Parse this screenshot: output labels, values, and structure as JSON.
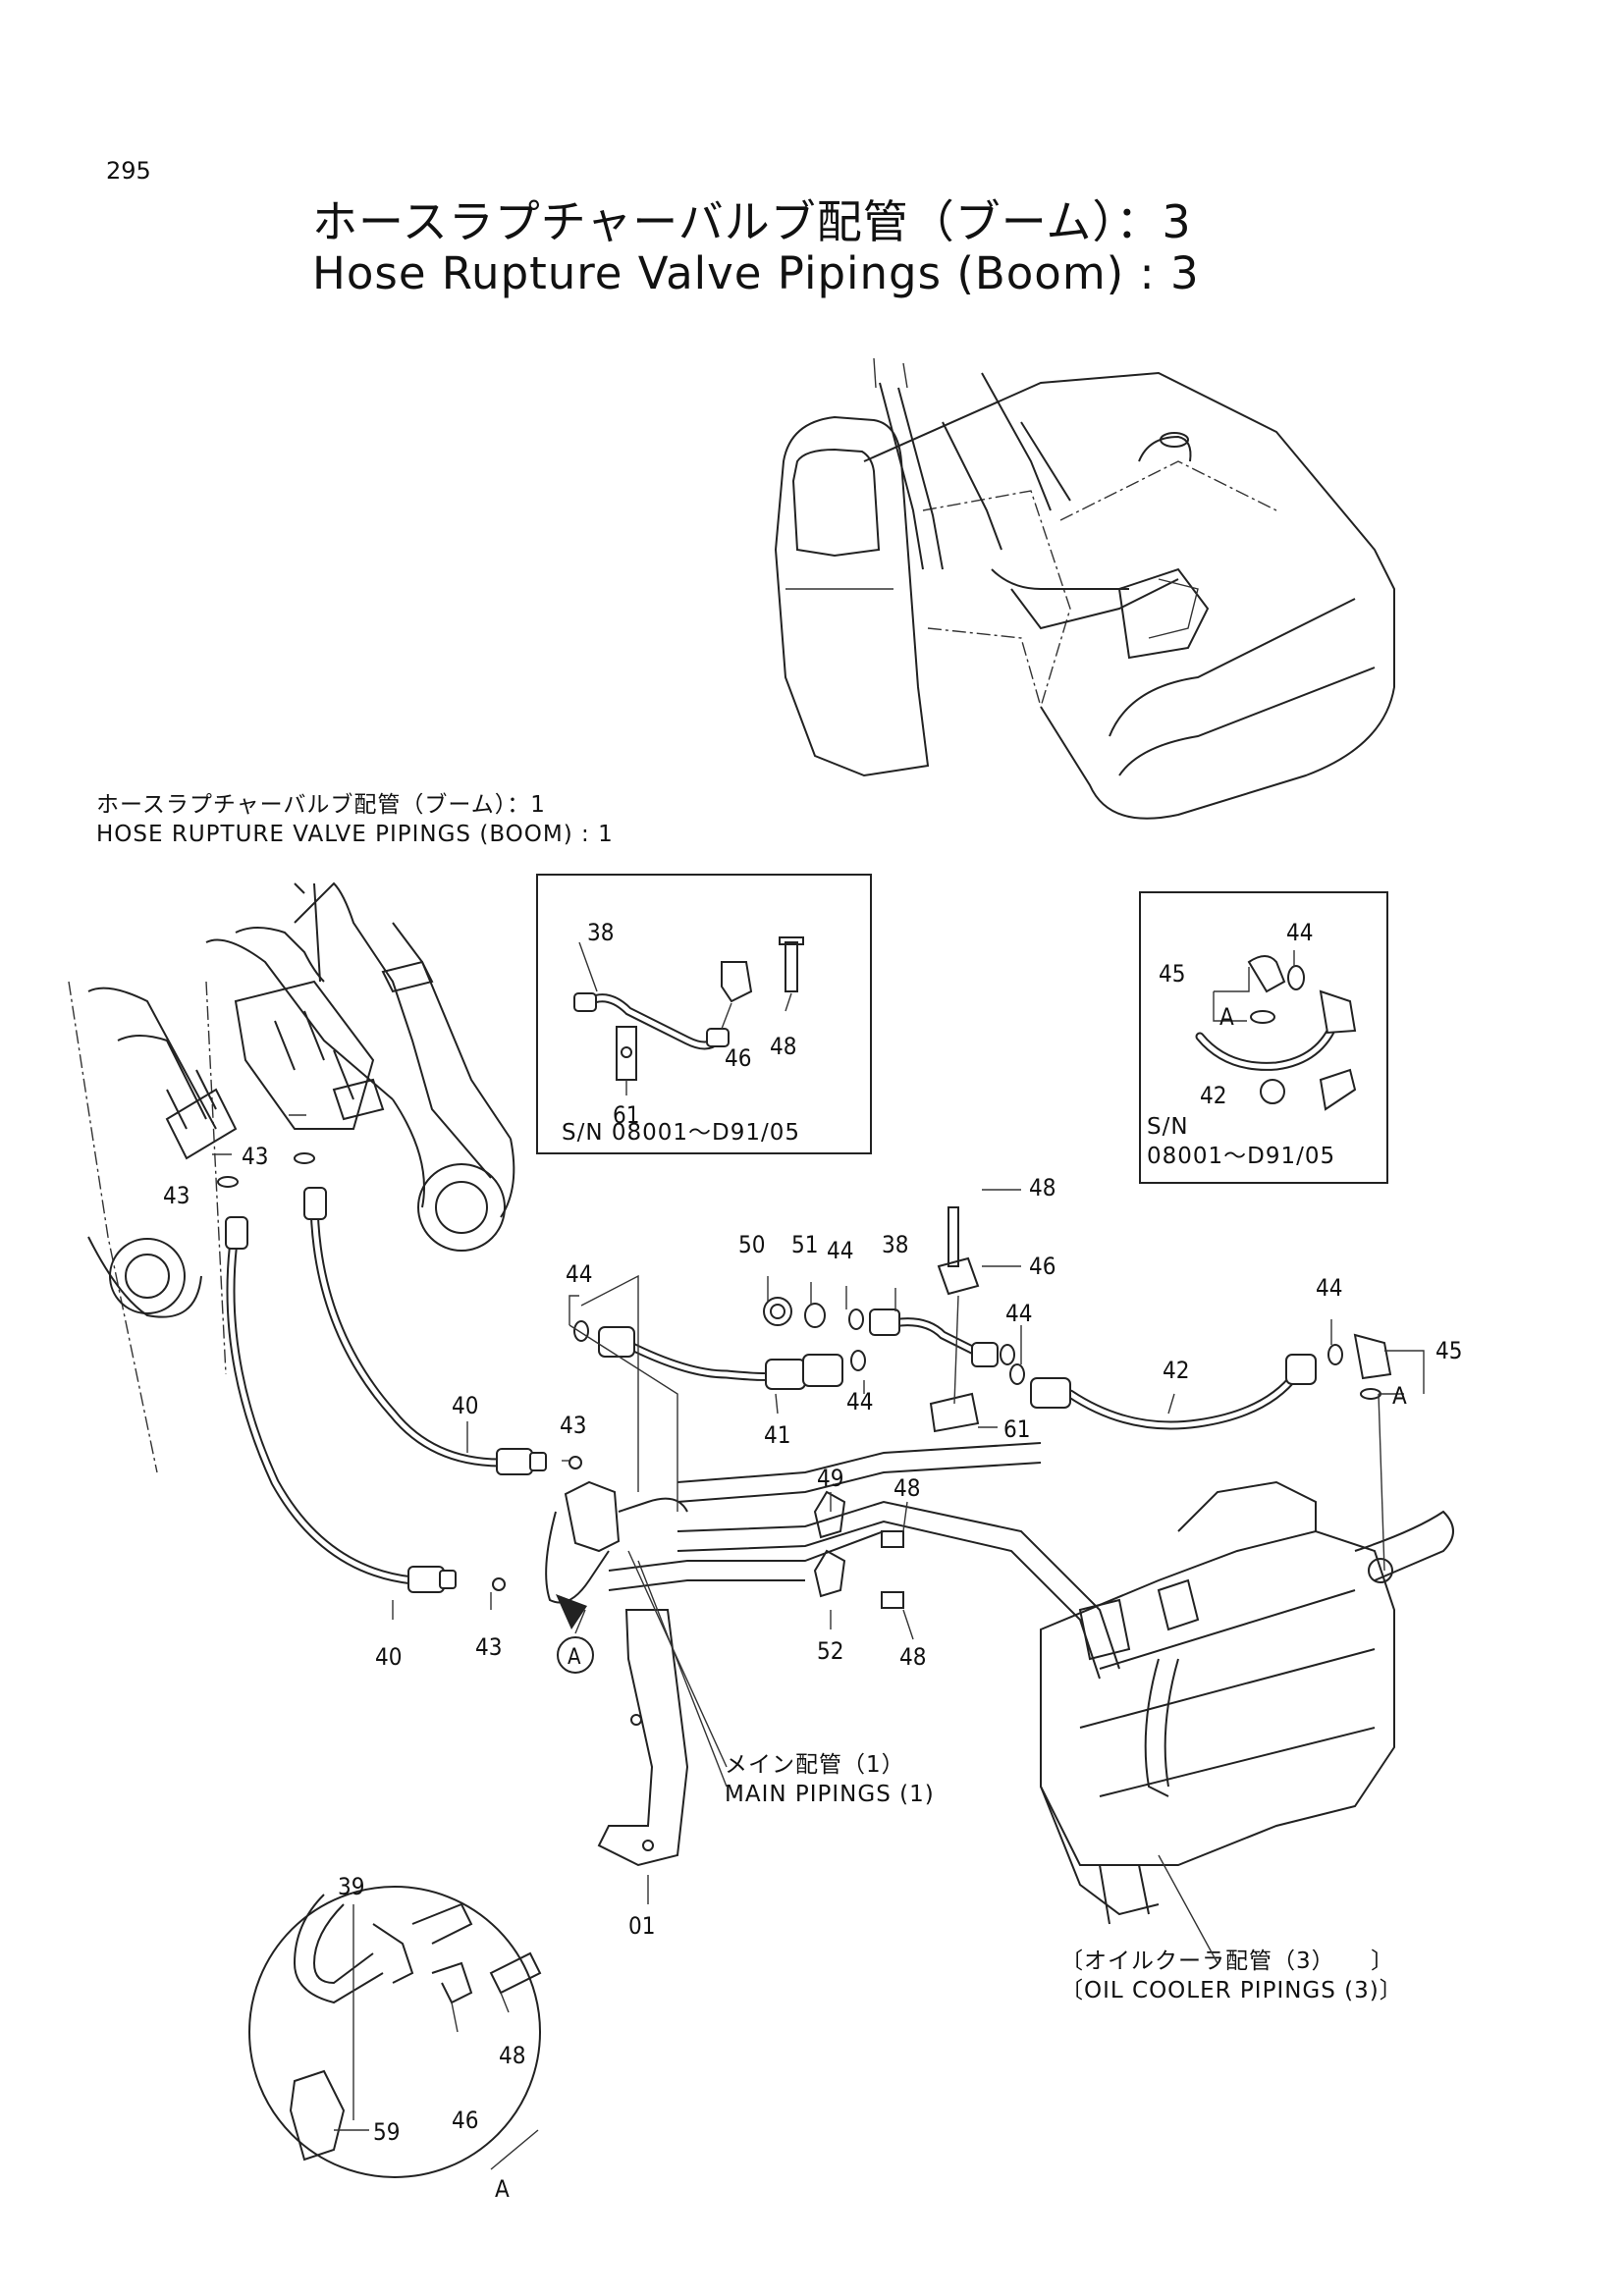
{
  "page": {
    "number": "295"
  },
  "title": {
    "ja": "ホースラプチャーバルブ配管（ブーム）：3",
    "en": "Hose Rupture Valve Pipings (Boom) : 3"
  },
  "references": {
    "pipings_1": {
      "ja": "ホースラプチャーバルブ配管（ブーム）：1",
      "en": "HOSE RUPTURE VALVE PIPINGS (BOOM) : 1"
    },
    "main_pipings": {
      "ja": "メイン配管（1）",
      "en": "MAIN PIPINGS (1)"
    },
    "oil_cooler": {
      "ja": "〔オイルクーラ配管（3）　　〕",
      "en": "〔OIL COOLER PIPINGS (3)〕"
    }
  },
  "insets": {
    "left_serial": "S/N 08001～D91/05",
    "right_serial_line1": "S/N",
    "right_serial_line2": "08001～D91/05",
    "detail_marker": "A"
  },
  "part_numbers": [
    "01",
    "38",
    "39",
    "40",
    "41",
    "42",
    "43",
    "44",
    "45",
    "46",
    "48",
    "49",
    "50",
    "51",
    "52",
    "59",
    "61"
  ],
  "callouts": {
    "c38a": "38",
    "c48a": "48",
    "c46a": "46",
    "c61a": "61",
    "c44b": "44",
    "c45b": "45",
    "c42b": "42",
    "cAb": "A",
    "c43a": "43",
    "c43b": "43",
    "c40a": "40",
    "c43c": "43",
    "c40b": "40",
    "c43d": "43",
    "c48m": "48",
    "c50": "50",
    "c51": "51",
    "c44m1": "44",
    "c38m": "38",
    "c46m": "46",
    "c44m0": "44",
    "c44m2": "44",
    "c44m3": "44",
    "c44m4": "44",
    "c45m": "45",
    "cAm": "A",
    "c41": "41",
    "c42m": "42",
    "c61m": "61",
    "c49": "49",
    "c48n": "48",
    "c52": "52",
    "c48o": "48",
    "c01": "01",
    "cAcirc": "A",
    "c39": "39",
    "c48p": "48",
    "c46p": "46",
    "c59": "59",
    "cAp": "A"
  }
}
